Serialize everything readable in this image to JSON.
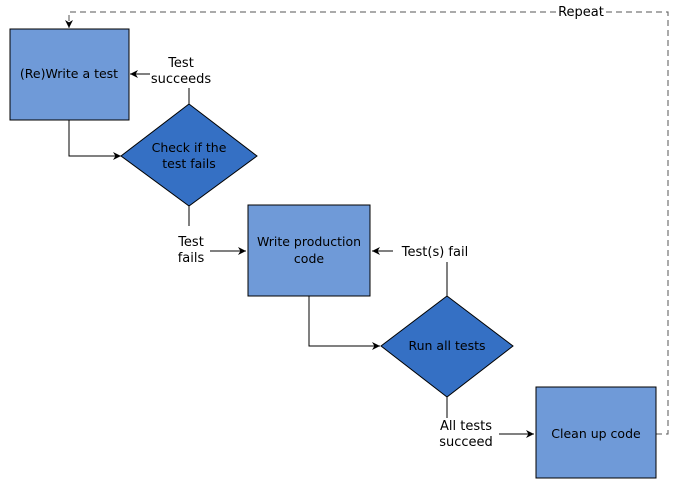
{
  "colors": {
    "process_fill": "#6f9ad8",
    "decision_fill": "#3570c4",
    "shape_stroke": "#000000",
    "edge": "#000000",
    "loop_edge": "#555555"
  },
  "nodes": {
    "rewrite_test": "(Re)Write a test",
    "check_fails": [
      "Check if the",
      "test fails"
    ],
    "write_code": [
      "Write production",
      "code"
    ],
    "run_tests": "Run all tests",
    "clean_up": "Clean up code"
  },
  "edges": {
    "test_succeeds": [
      "Test",
      "succeeds"
    ],
    "test_fails": [
      "Test",
      "fails"
    ],
    "tests_fail": "Test(s) fail",
    "all_succeed": [
      "All tests",
      "succeed"
    ],
    "repeat": "Repeat"
  }
}
